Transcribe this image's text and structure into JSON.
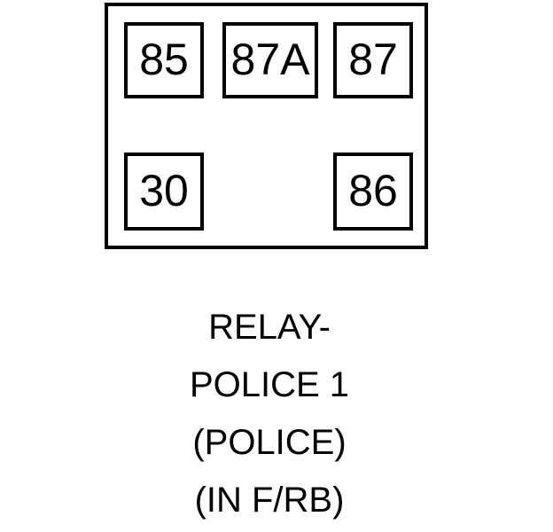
{
  "diagram": {
    "type": "relay-terminal-pinout",
    "shape": "rectangle",
    "line_color": "#000000",
    "background_color": "#ffffff",
    "terminals": [
      {
        "id": "85",
        "label": "85",
        "row": "top",
        "position": "left"
      },
      {
        "id": "87A",
        "label": "87A",
        "row": "top",
        "position": "center"
      },
      {
        "id": "87",
        "label": "87",
        "row": "top",
        "position": "right"
      },
      {
        "id": "30",
        "label": "30",
        "row": "bottom",
        "position": "left"
      },
      {
        "id": "86",
        "label": "86",
        "row": "bottom",
        "position": "right"
      }
    ]
  },
  "caption": {
    "lines": [
      "RELAY-",
      "POLICE 1",
      "(POLICE)",
      "(IN F/RB)"
    ]
  }
}
